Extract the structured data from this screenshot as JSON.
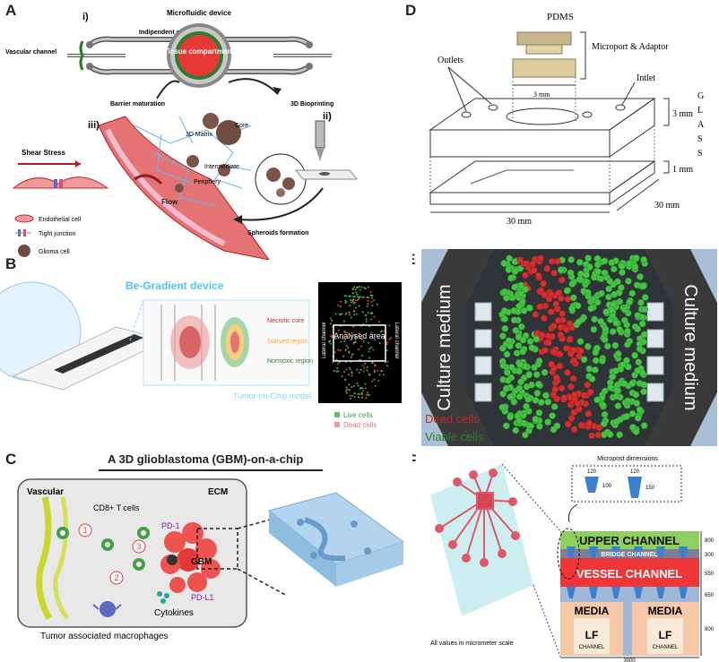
{
  "panelA": {
    "label": "A",
    "sub_i": "i)",
    "sub_ii": "ii)",
    "sub_iii": "iii)",
    "device_title": "Microfluidic device",
    "indep_channel": "Indipendent channel",
    "vascular_channel": "Vascular channel",
    "tissue": "Tissue compartment",
    "barrier": "Barrier maturation",
    "bioprint": "3D Bioprinting",
    "shear": "Shear Stress",
    "matrix": "3D Matrix",
    "core": "Core",
    "intermediate": "Intermediate",
    "periphery": "Periphery",
    "flow": "Flow",
    "spheroids": "Spheroids formation",
    "legend": [
      "Endothelial cell",
      "Tight junction",
      "Glioma cell"
    ]
  },
  "panelB": {
    "label": "B",
    "device": "Be-Gradient device",
    "necrotic": "Necrotic core",
    "starved": "Starved region",
    "normoxic": "Normoxic region",
    "model": "Tumor-on-Chip model",
    "lateral_left": "Lateral channel",
    "lateral_right": "Lateral channel",
    "analysed": "Analysed area",
    "live": "Live cells",
    "dead": "Dead cells"
  },
  "panelC": {
    "label": "C",
    "title": "A 3D glioblastoma (GBM)-on-a-chip",
    "vascular": "Vascular",
    "ecm": "ECM",
    "cd8": "CD8+ T cells",
    "pd1": "PD-1",
    "gbm": "GBM",
    "pdl1": "PD-L1",
    "cytokines": "Cytokines",
    "macrophages": "Tumor associated macrophages",
    "steps": [
      "1",
      "2",
      "3"
    ]
  },
  "panelD": {
    "label": "D",
    "pdms": "PDMS",
    "microport": "Microport & Adaptor",
    "outlets": "Outlets",
    "intlet": "Intlet",
    "dim_3mm": "3 mm",
    "dim_3mm_h": "3 mm",
    "dim_1mm": "1 mm",
    "dim_30mm_w": "30 mm",
    "dim_30mm_d": "30 mm",
    "glass": [
      "G",
      "L",
      "A",
      "S",
      "S"
    ]
  },
  "panelE": {
    "label": "E",
    "culture_left": "Culture medium",
    "culture_right": "Culture medium",
    "dead": "Dead cells",
    "viable": "Viable cells"
  },
  "panelF": {
    "label": "F",
    "micropost_title": "Micropost dimensions",
    "post1_w": "120",
    "post1_h": "100",
    "post2_w": "120",
    "post2_h": "150",
    "upper": "UPPER CHANNEL",
    "bridge": "BRIDGE CHANNEL",
    "vessel": "VESSEL CHANNEL",
    "media_left": "MEDIA",
    "media_right": "MEDIA",
    "lf": "LF",
    "lf_channel": "CHANNEL",
    "scale_note": "All values in micrometer scale",
    "dims": [
      "800",
      "300",
      "550",
      "650",
      "800"
    ],
    "width": "3000"
  }
}
